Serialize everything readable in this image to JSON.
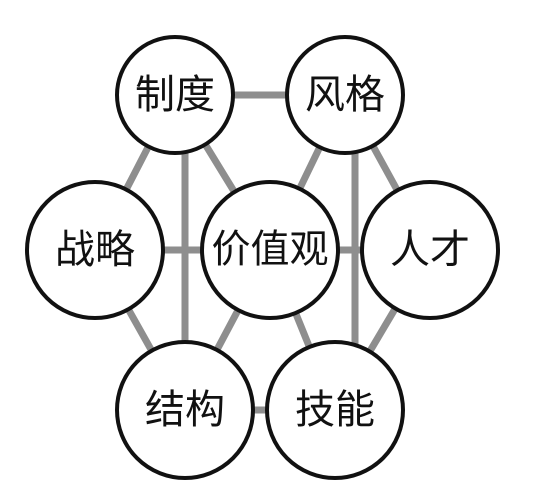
{
  "nodes": {
    "system": "制度",
    "style": "风格",
    "strategy": "战略",
    "values": "价值观",
    "talent": "人才",
    "structure": "结构",
    "skills": "技能"
  },
  "colors": {
    "connector": "#8e8e8e",
    "circle_stroke": "#111111",
    "text": "#111111"
  }
}
